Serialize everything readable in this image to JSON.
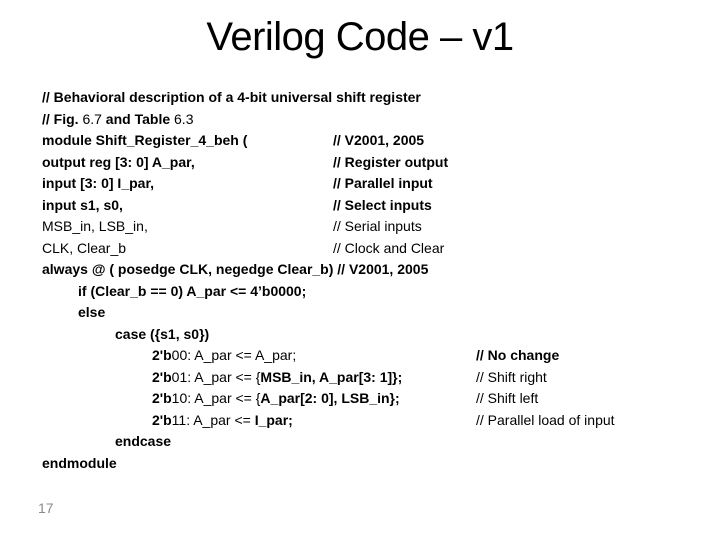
{
  "slide": {
    "title": "Verilog Code – v1",
    "page_number": "17",
    "colors": {
      "background": "#ffffff",
      "text": "#000000",
      "page_number": "#8a8a8a"
    },
    "code": {
      "indents": [
        0,
        36,
        73,
        110
      ],
      "comment_columns": [
        291,
        434
      ],
      "lines": [
        {
          "indent": 0,
          "segments": [
            {
              "text": "// Behavioral description of a 4-bit universal shift register",
              "bold": true
            }
          ]
        },
        {
          "indent": 0,
          "segments": [
            {
              "text": "// Fig. ",
              "bold": true
            },
            {
              "text": "6.7",
              "bold": false
            },
            {
              "text": " and Table ",
              "bold": true
            },
            {
              "text": "6.3",
              "bold": false
            }
          ]
        },
        {
          "indent": 0,
          "segments": [
            {
              "text": "module Shift_Register_4_beh (",
              "bold": true
            }
          ],
          "comment": {
            "text": "// V2001, 2005",
            "bold": true,
            "col": 1
          }
        },
        {
          "indent": 0,
          "segments": [
            {
              "text": "output reg [3: 0] A_par,",
              "bold": true
            }
          ],
          "comment": {
            "text": "// Register output",
            "bold": true,
            "col": 1
          }
        },
        {
          "indent": 0,
          "segments": [
            {
              "text": "input [3: 0] I_par,",
              "bold": true
            }
          ],
          "comment": {
            "text": "// Parallel input",
            "bold": true,
            "col": 1
          }
        },
        {
          "indent": 0,
          "segments": [
            {
              "text": "input s1, s0,",
              "bold": true
            }
          ],
          "comment": {
            "text": "// Select inputs",
            "bold": true,
            "col": 1
          }
        },
        {
          "indent": 0,
          "segments": [
            {
              "text": "MSB_in, LSB_in,",
              "bold": false
            }
          ],
          "comment": {
            "text": "// Serial inputs",
            "bold": false,
            "col": 1
          }
        },
        {
          "indent": 0,
          "segments": [
            {
              "text": "CLK, Clear_b",
              "bold": false
            }
          ],
          "comment": {
            "text": "// Clock and Clear",
            "bold": false,
            "col": 1
          }
        },
        {
          "indent": 0,
          "segments": [
            {
              "text": "always @ ( posedge CLK, negedge Clear_b) // V2001, 2005",
              "bold": true
            }
          ]
        },
        {
          "indent": 1,
          "segments": [
            {
              "text": "if (Clear_b == 0) A_par <= 4’b0000;",
              "bold": true
            }
          ]
        },
        {
          "indent": 1,
          "segments": [
            {
              "text": "else",
              "bold": true
            }
          ]
        },
        {
          "indent": 2,
          "segments": [
            {
              "text": "case ({s1, s0})",
              "bold": true
            }
          ]
        },
        {
          "indent": 3,
          "segments": [
            {
              "text": "2'b",
              "bold": true
            },
            {
              "text": "00: A_par <= A_par;",
              "bold": false
            }
          ],
          "comment": {
            "text": "// No change",
            "bold": true,
            "col": 2
          }
        },
        {
          "indent": 3,
          "segments": [
            {
              "text": "2'b",
              "bold": true
            },
            {
              "text": "01: A_par <= {",
              "bold": false
            },
            {
              "text": "MSB_in, A_par[3: 1]};",
              "bold": true
            }
          ],
          "comment": {
            "text": "// Shift right",
            "bold": false,
            "col": 2
          }
        },
        {
          "indent": 3,
          "segments": [
            {
              "text": "2'b",
              "bold": true
            },
            {
              "text": "10: A_par <= {",
              "bold": false
            },
            {
              "text": "A_par[2: 0], LSB_in};",
              "bold": true
            }
          ],
          "comment": {
            "text": "// Shift left",
            "bold": false,
            "col": 2
          }
        },
        {
          "indent": 3,
          "segments": [
            {
              "text": "2'b",
              "bold": true
            },
            {
              "text": "11: A_par <= ",
              "bold": false
            },
            {
              "text": "I_par;",
              "bold": true
            }
          ],
          "comment": {
            "text": "// Parallel load of input",
            "bold": false,
            "col": 2
          }
        },
        {
          "indent": 2,
          "segments": [
            {
              "text": "endcase",
              "bold": true
            }
          ]
        },
        {
          "indent": 0,
          "segments": [
            {
              "text": "endmodule",
              "bold": true
            }
          ]
        }
      ]
    }
  }
}
